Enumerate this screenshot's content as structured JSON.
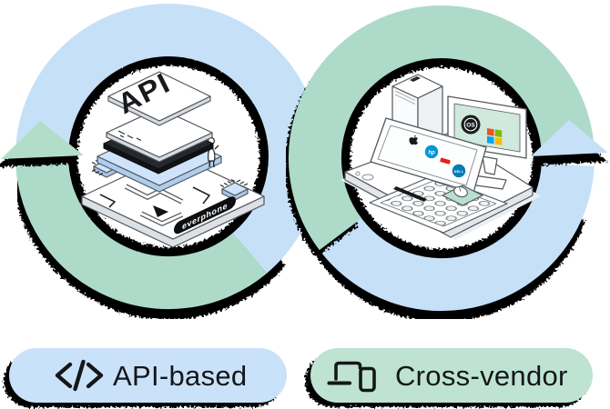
{
  "page": {
    "background": "#ffffff"
  },
  "loops": {
    "left": {
      "name": "api-based-loop",
      "band_color": "#c6e0f8",
      "arrow_color": "#b2ddc9"
    },
    "right": {
      "name": "cross-vendor-loop",
      "band_color": "#aedbc9",
      "arrow_color": "#c6e0f8"
    },
    "shadow_color": "#000000"
  },
  "illustration_left": {
    "api_card_label": "API",
    "board_brand_label": "everphone",
    "layer_blue": "#cfe4fa",
    "chip_blue": "#cfe4fa"
  },
  "illustration_right": {
    "monitor_badge_label": "OS",
    "hp_label": "hp",
    "dell_label": "DELL",
    "screen_mint": "#cfe9dd",
    "pad_mint": "#b9dfcd",
    "vent_mint": "#bfe0d2",
    "ms_red": "#f25022",
    "ms_green": "#7fba00",
    "ms_blue": "#00a4ef",
    "ms_yellow": "#ffb900",
    "hp_blue": "#0096d6",
    "dell_blue": "#007db8",
    "vendor_red": "#e2231a"
  },
  "badges": {
    "left": {
      "label": "API-based",
      "icon": "code-slash-icon",
      "bg": "#c9e2f9"
    },
    "right": {
      "label": "Cross-vendor",
      "icon": "devices-icon",
      "bg": "#bee3d2"
    }
  }
}
